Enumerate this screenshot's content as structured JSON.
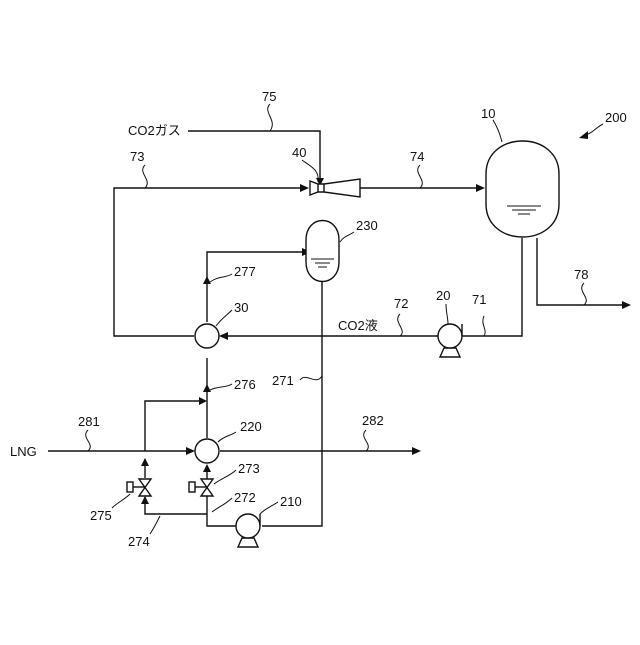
{
  "labels": {
    "n10": "10",
    "n20": "20",
    "n30": "30",
    "n40": "40",
    "n71": "71",
    "n72": "72",
    "n73": "73",
    "n74": "74",
    "n75": "75",
    "n78": "78",
    "n200": "200",
    "n210": "210",
    "n220": "220",
    "n230": "230",
    "n271": "271",
    "n272": "272",
    "n273": "273",
    "n274": "274",
    "n275": "275",
    "n276": "276",
    "n277": "277",
    "n281": "281",
    "n282": "282"
  },
  "streams": {
    "co2_gas": "CO2ガス",
    "co2_liquid": "CO2液",
    "lng": "LNG"
  }
}
